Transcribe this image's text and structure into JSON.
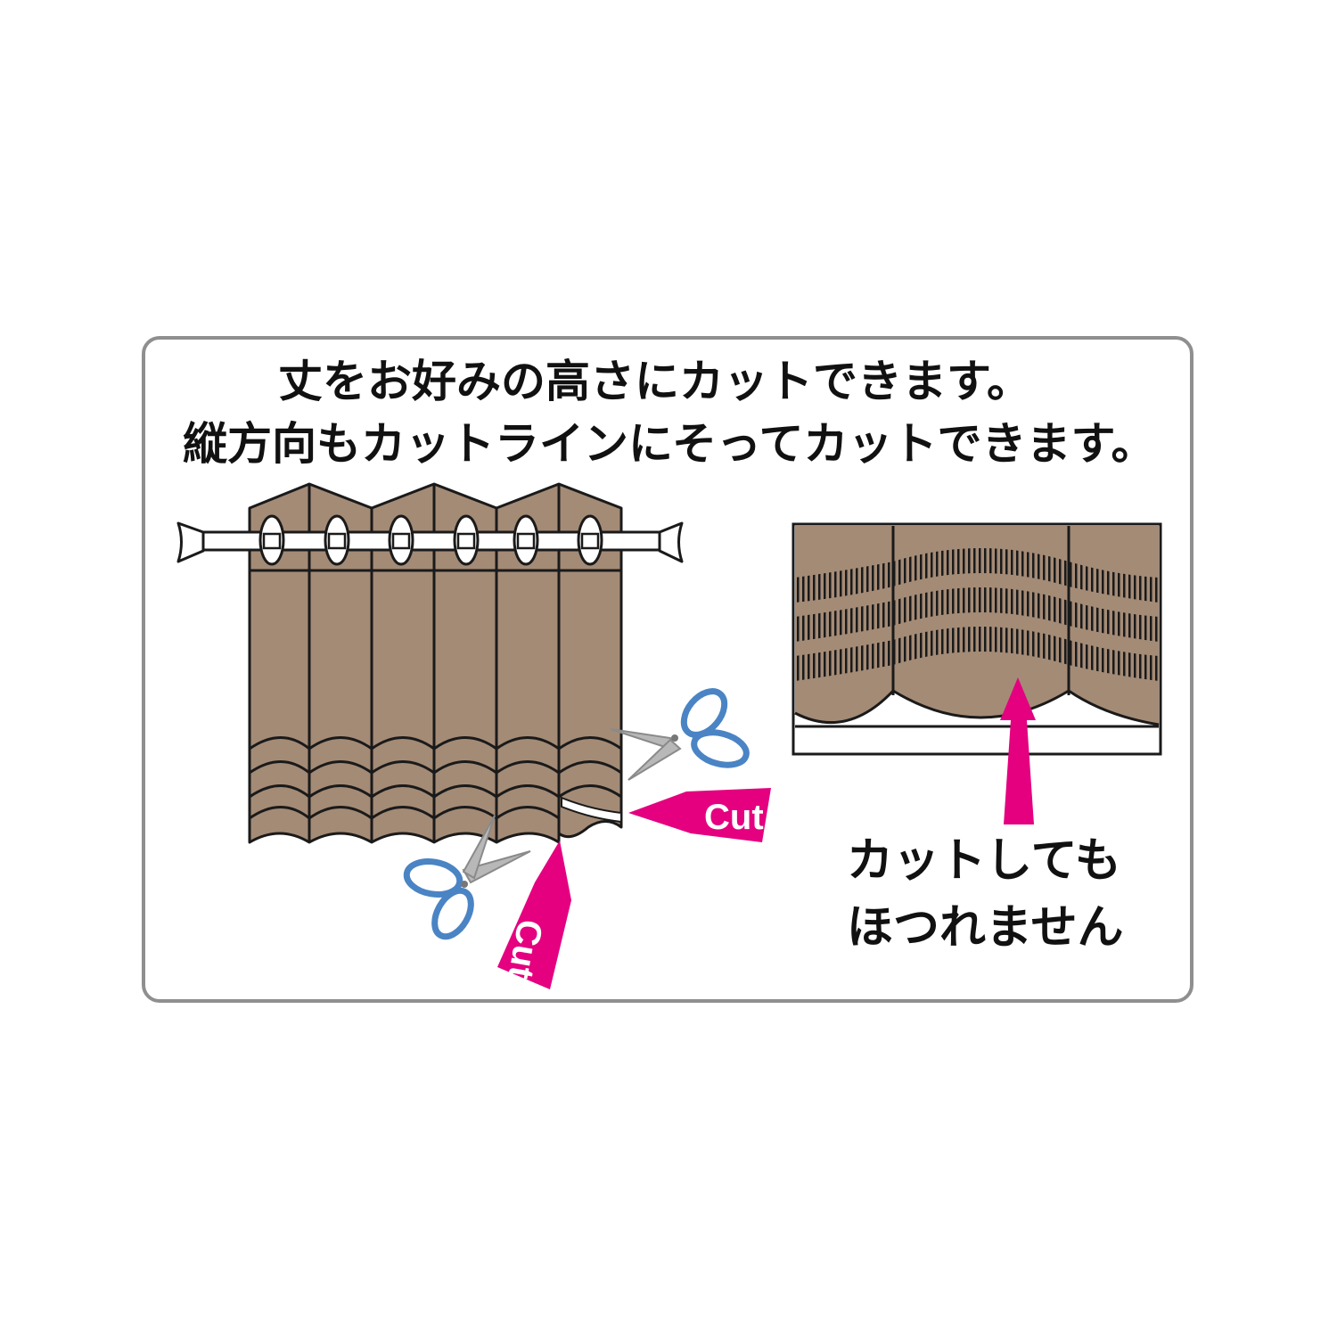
{
  "colors": {
    "curtain": "#a48b76",
    "outline": "#1a1a1a",
    "arrow": "#e4007f",
    "scissor_handle": "#4a84c4",
    "scissor_blade": "#b8b8b8",
    "frame": "#8f8f8f"
  },
  "heading": {
    "line1": "丈をお好みの高さにカットできます。",
    "line2": "縦方向もカットラインにそってカットできます。"
  },
  "left_illustration": {
    "arrow_horizontal_label": "Cut",
    "arrow_vertical_label": "Cut",
    "icons": [
      "curtain-rod-icon",
      "scissors-icon",
      "scissors-icon"
    ]
  },
  "right_illustration": {
    "note_line1": "カットしても",
    "note_line2": "ほつれません"
  }
}
